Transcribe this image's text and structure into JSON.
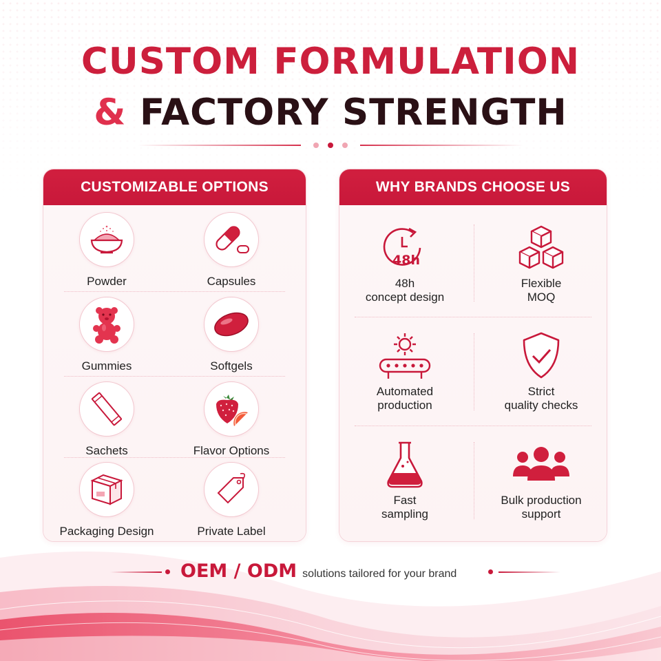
{
  "header": {
    "line1": "CUSTOM FORMULATION",
    "amp": "&",
    "line2": "FACTORY STRENGTH"
  },
  "customizable": {
    "title": "CUSTOMIZABLE OPTIONS",
    "items": [
      {
        "label": "Powder",
        "icon": "powder-bowl-icon"
      },
      {
        "label": "Capsules",
        "icon": "capsule-icon"
      },
      {
        "label": "Gummies",
        "icon": "gummy-bear-icon"
      },
      {
        "label": "Softgels",
        "icon": "softgel-icon"
      },
      {
        "label": "Sachets",
        "icon": "sachet-icon"
      },
      {
        "label": "Flavor Options",
        "icon": "strawberry-orange-icon"
      },
      {
        "label": "Packaging Design",
        "icon": "box-icon"
      },
      {
        "label": "Private Label",
        "icon": "tag-icon"
      }
    ]
  },
  "why": {
    "title": "WHY BRANDS CHOOSE US",
    "items": [
      {
        "label": "48h\nconcept design",
        "icon": "clock-48h-icon",
        "icon_text": "48h"
      },
      {
        "label": "Flexible\nMOQ",
        "icon": "cubes-icon"
      },
      {
        "label": "Automated\nproduction",
        "icon": "conveyor-gear-icon"
      },
      {
        "label": "Strict\nquality checks",
        "icon": "shield-check-icon"
      },
      {
        "label": "Fast\nsampling",
        "icon": "flask-icon"
      },
      {
        "label": "Bulk production\nsupport",
        "icon": "people-group-icon"
      }
    ]
  },
  "footer": {
    "brand": "OEM / ODM",
    "tagline": "solutions tailored for your brand"
  },
  "colors": {
    "accent": "#c8183a",
    "dark_text": "#2a1015",
    "light_pink": "#fdf3f4"
  }
}
